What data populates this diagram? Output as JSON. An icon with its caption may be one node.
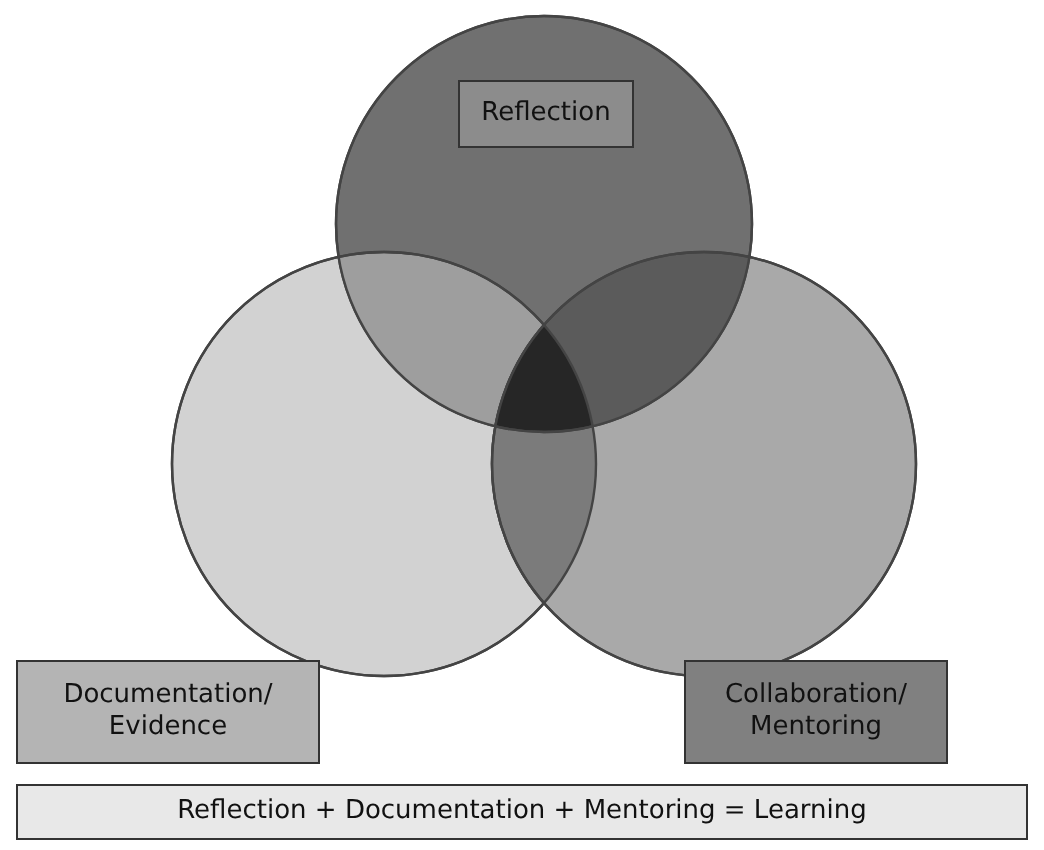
{
  "diagram": {
    "nodes": [
      {
        "text": [
          "Reflection"
        ]
      },
      {
        "text": [
          "Documentation/ Evidence"
        ]
      },
      {
        "text": [
          "Collaboration/ Mentoring"
        ]
      },
      {
        "text": [
          "Reflection + Documentation + Mentoring = Learning"
        ]
      }
    ]
  }
}
